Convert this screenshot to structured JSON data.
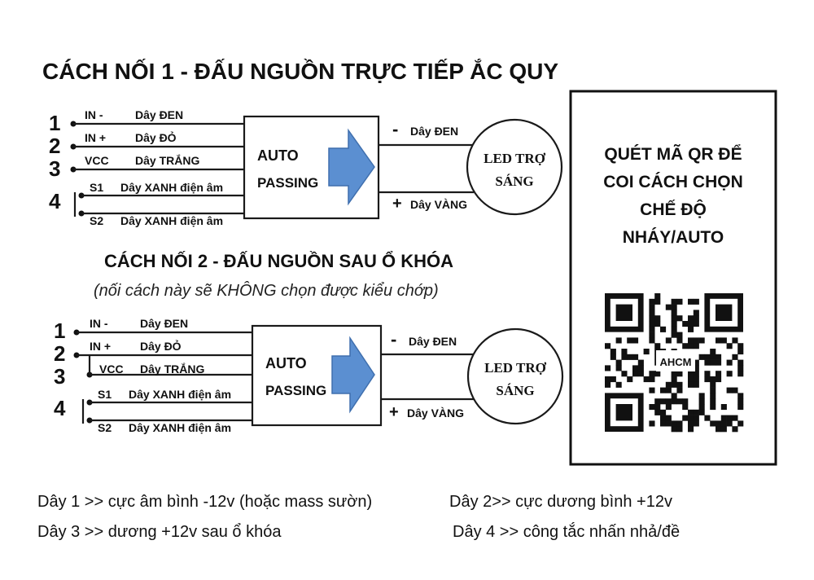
{
  "title1": "CÁCH NỐI 1 - ĐẤU NGUỒN TRỰC TIẾP ẮC QUY",
  "title2": "CÁCH NỐI 2 - ĐẤU NGUỒN SAU Ổ KHÓA",
  "subtitle2": "(nối cách này sẽ KHÔNG chọn được kiểu chớp)",
  "diagram1": {
    "numbers": [
      "1",
      "2",
      "3",
      "4"
    ],
    "pins": [
      "IN -",
      "IN +",
      "VCC",
      "S1",
      "S2"
    ],
    "wires": [
      "Dây ĐEN",
      "Dây ĐỎ",
      "Dây TRẮNG",
      "Dây XANH điện âm",
      "Dây XANH điện âm"
    ],
    "box_line1": "AUTO",
    "box_line2": "PASSING",
    "out_minus_sign": "-",
    "out_minus_label": "Dây ĐEN",
    "out_plus_sign": "+",
    "out_plus_label": "Dây VÀNG",
    "led_line1": "LED TRỢ",
    "led_line2": "SÁNG"
  },
  "diagram2": {
    "numbers": [
      "1",
      "2",
      "3",
      "4"
    ],
    "pins": [
      "IN -",
      "IN +",
      "VCC",
      "S1",
      "S2"
    ],
    "wires": [
      "Dây ĐEN",
      "Dây ĐỎ",
      "Dây TRẮNG",
      "Dây XANH điện âm",
      "Dây XANH điện âm"
    ],
    "box_line1": "AUTO",
    "box_line2": "PASSING",
    "out_minus_sign": "-",
    "out_minus_label": "Dây ĐEN",
    "out_plus_sign": "+",
    "out_plus_label": "Dây VÀNG",
    "led_line1": "LED TRỢ",
    "led_line2": "SÁNG"
  },
  "qr_panel": {
    "text_lines": [
      "QUÉT MÃ QR ĐỂ",
      "COI CÁCH CHỌN",
      "CHẾ ĐỘ",
      "NHÁY/AUTO"
    ],
    "qr_center_label": "AHCM"
  },
  "notes": [
    "Dây 1 >> cực âm bình -12v (hoặc mass sườn)",
    "Dây 2>> cực dương bình +12v",
    "Dây 3 >> dương +12v sau ổ khóa",
    "Dây 4 >> công tắc nhấn nhả/đề"
  ],
  "colors": {
    "arrow": "#5b8fd1",
    "line": "#1a1a1a"
  }
}
